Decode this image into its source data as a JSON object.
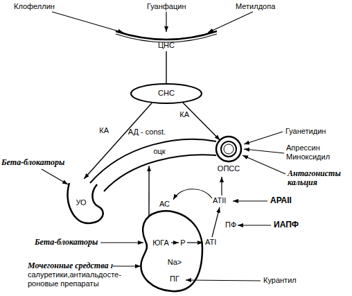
{
  "diagram": {
    "nodes": [
      {
        "text": [
          "ЦНС"
        ]
      },
      {
        "text": [
          "СНС"
        ]
      },
      {
        "text": [
          "УО"
        ]
      },
      {
        "text": [
          "АД - const.",
          "оцк"
        ]
      },
      {
        "text": [
          "ОПСС"
        ]
      },
      {
        "text": [
          "ЮГА",
          "Р",
          "Na>",
          "ПГ"
        ]
      }
    ],
    "edges": [
      {
        "from": 0,
        "to": 1,
        "arrow": "none"
      },
      {
        "from": 1,
        "to": 2,
        "label": "КА",
        "arrow": "to"
      },
      {
        "from": 1,
        "to": 4,
        "label": "КА",
        "arrow": "to"
      },
      {
        "from": 5,
        "to": 3,
        "arrow": "to"
      }
    ],
    "labels": [
      "Клофеллин",
      "Гуанфацин",
      "Метилдопа",
      "Бета-блокаторы",
      "Гуанетидин",
      "Апрессин Миноксидил",
      "Антагонисты кальция",
      "АС",
      "ATII",
      "АРАII",
      "ATI",
      "ПФ",
      "ИАПФ",
      "Бета-блокаторы",
      "Мочегонные средства :",
      "салуретики,антиальдосте- роновые препараты",
      "Курантил"
    ]
  }
}
